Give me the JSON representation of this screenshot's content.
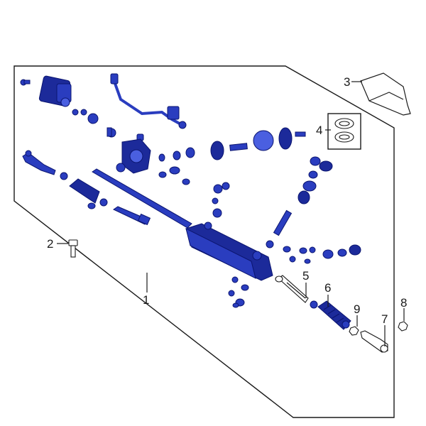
{
  "diagram": {
    "callouts": [
      {
        "id": "1",
        "text": "1"
      },
      {
        "id": "2",
        "text": "2"
      },
      {
        "id": "3",
        "text": "3"
      },
      {
        "id": "4",
        "text": "4"
      },
      {
        "id": "5",
        "text": "5"
      },
      {
        "id": "6",
        "text": "6"
      },
      {
        "id": "7",
        "text": "7"
      },
      {
        "id": "8",
        "text": "8"
      },
      {
        "id": "9",
        "text": "9"
      }
    ],
    "colors": {
      "highlight": "#2a3dbf",
      "outline": "#1a1a1a",
      "background": "#ffffff"
    }
  }
}
